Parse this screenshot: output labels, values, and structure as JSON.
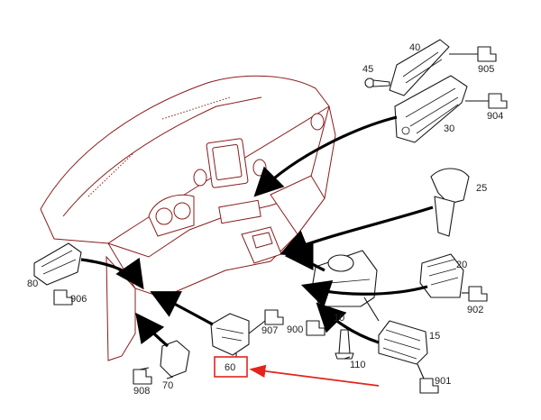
{
  "parts": {
    "p40": "40",
    "p905": "905",
    "p45": "45",
    "p904": "904",
    "p30": "30",
    "p25": "25",
    "p20": "20",
    "p902": "902",
    "p10": "10",
    "p900": "900",
    "p15": "15",
    "p901": "901",
    "p110": "110",
    "p80": "80",
    "p906": "906",
    "p907": "907",
    "p60": "60",
    "p908": "908",
    "p70": "70"
  },
  "colors": {
    "highlight": "#e3241b",
    "dash_stroke": "#8a1c1c",
    "line": "#1a1a1a"
  },
  "highlighted_part": "60"
}
